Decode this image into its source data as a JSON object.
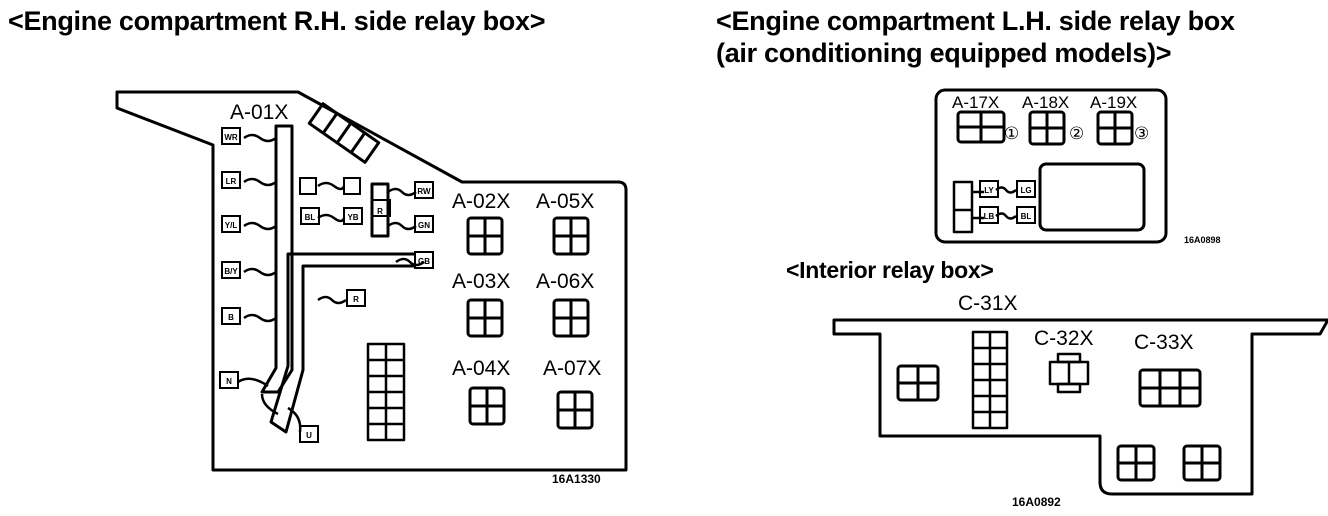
{
  "titles": {
    "rh": "<Engine compartment R.H. side relay box>",
    "lh_line1": "<Engine compartment L.H. side relay box",
    "lh_line2": "(air conditioning equipped models)>",
    "interior": "<Interior relay box>"
  },
  "rh_box": {
    "relays": [
      "A-01X",
      "A-02X",
      "A-03X",
      "A-04X",
      "A-05X",
      "A-06X",
      "A-07X"
    ],
    "wire_tags": [
      "WR",
      "LR",
      "Y/L",
      "B/Y",
      "B",
      "N",
      "U",
      "BL",
      "YB",
      "R",
      "RW",
      "GN",
      "GB",
      "R"
    ],
    "code": "16A1330"
  },
  "lh_box": {
    "relays": [
      "A-17X",
      "A-18X",
      "A-19X"
    ],
    "markers": [
      "①",
      "②",
      "③"
    ],
    "wire_tags": [
      "LY",
      "LG",
      "LB",
      "BL"
    ],
    "code": "16A0898"
  },
  "interior_box": {
    "relays": [
      "C-31X",
      "C-32X",
      "C-33X"
    ],
    "code": "16A0892"
  }
}
